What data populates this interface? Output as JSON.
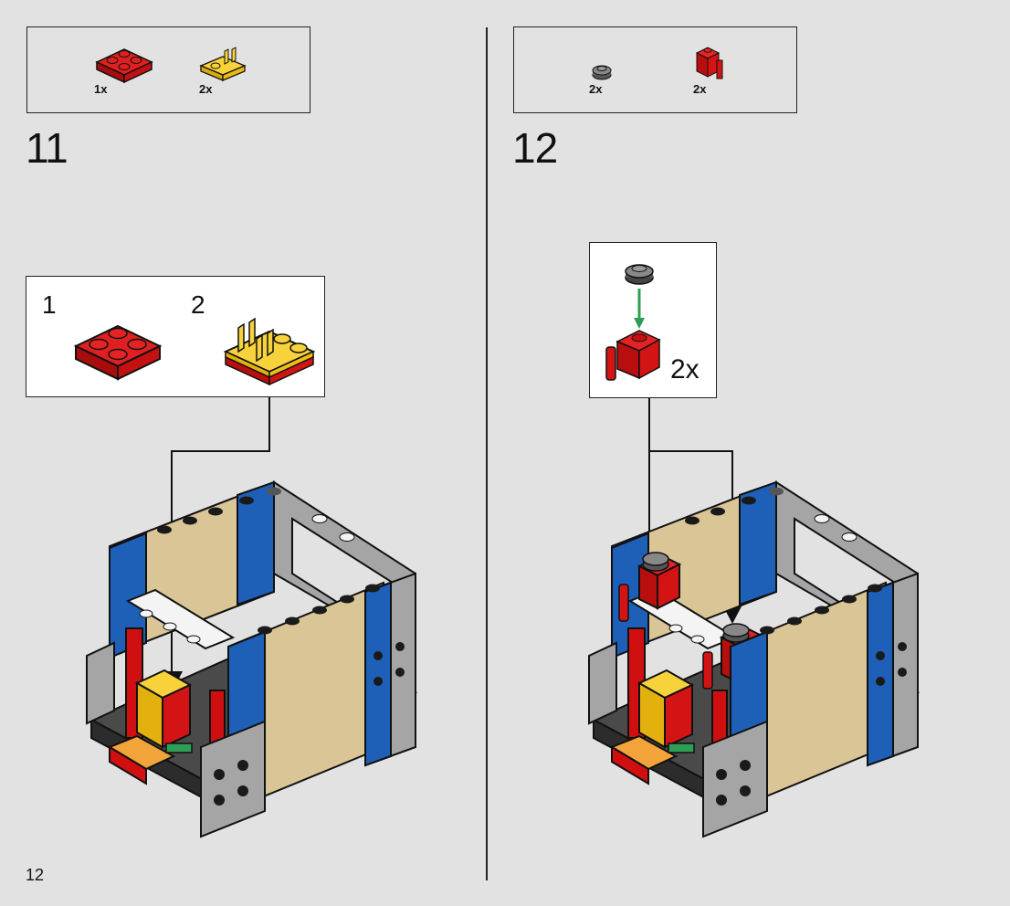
{
  "page_number": "12",
  "colors": {
    "background": "#e2e2e2",
    "red": "#d01010",
    "yellow": "#f5cd1c",
    "blue": "#1e5fb8",
    "tan": "#d9c595",
    "gray": "#a5a5a5",
    "dark_gray": "#555555",
    "white": "#f4f4f4",
    "orange": "#f2a33a",
    "green": "#2e9e55",
    "black": "#1a1a1a"
  },
  "steps": [
    {
      "number": "11",
      "parts": [
        {
          "icon": "red-2x2-plate-icon",
          "quantity": "1x"
        },
        {
          "icon": "yellow-1x2-plate-with-clips-icon",
          "quantity": "2x"
        }
      ],
      "callout": {
        "substeps": [
          "1",
          "2"
        ]
      }
    },
    {
      "number": "12",
      "parts": [
        {
          "icon": "dark-gray-round-plate-icon",
          "quantity": "2x"
        },
        {
          "icon": "red-brick-with-bar-icon",
          "quantity": "2x"
        }
      ],
      "callout": {
        "multiplier": "2x"
      }
    }
  ]
}
